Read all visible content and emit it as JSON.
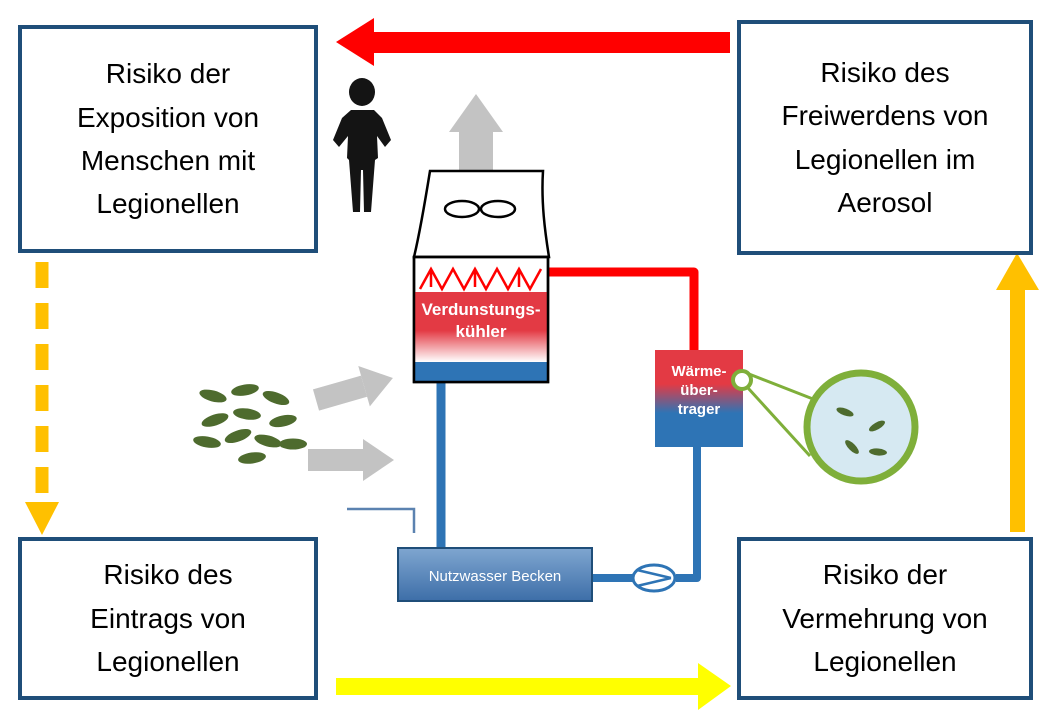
{
  "boxes": {
    "top_left": {
      "lines": [
        "Risiko der",
        "Exposition von",
        "Menschen mit",
        "Legionellen"
      ]
    },
    "top_right": {
      "lines": [
        "Risiko des",
        "Freiwerdens von",
        "Legionellen im",
        "Aerosol"
      ]
    },
    "bottom_left": {
      "lines": [
        "Risiko des",
        "Eintrags von",
        "Legionellen"
      ]
    },
    "bottom_right": {
      "lines": [
        "Risiko der",
        "Vermehrung von",
        "Legionellen"
      ]
    }
  },
  "equipment": {
    "cooler": {
      "lines": [
        "Verdunstungs-",
        "kühler"
      ]
    },
    "heat_exchanger": {
      "lines": [
        "Wärme-",
        "über-",
        "trager"
      ]
    },
    "basin": {
      "label": "Nutzwasser Becken"
    }
  },
  "colors": {
    "box_border": "#1F4E79",
    "red_arrow": "#FF0000",
    "gray_arrow": "#C3C3C3",
    "yellow_arrow": "#FFFF00",
    "amber_arrow": "#FFC000",
    "pipe_blue": "#2E74B5",
    "magnifier_green": "#7FAF3A",
    "bacteria_green": "#4E6B2E"
  },
  "icons": {
    "person": "person-silhouette-icon",
    "bacteria": "bacteria-icon",
    "fan": "fan-blades-icon",
    "magnifier": "magnified-bacteria-icon",
    "pump": "pump-valve-icon"
  }
}
